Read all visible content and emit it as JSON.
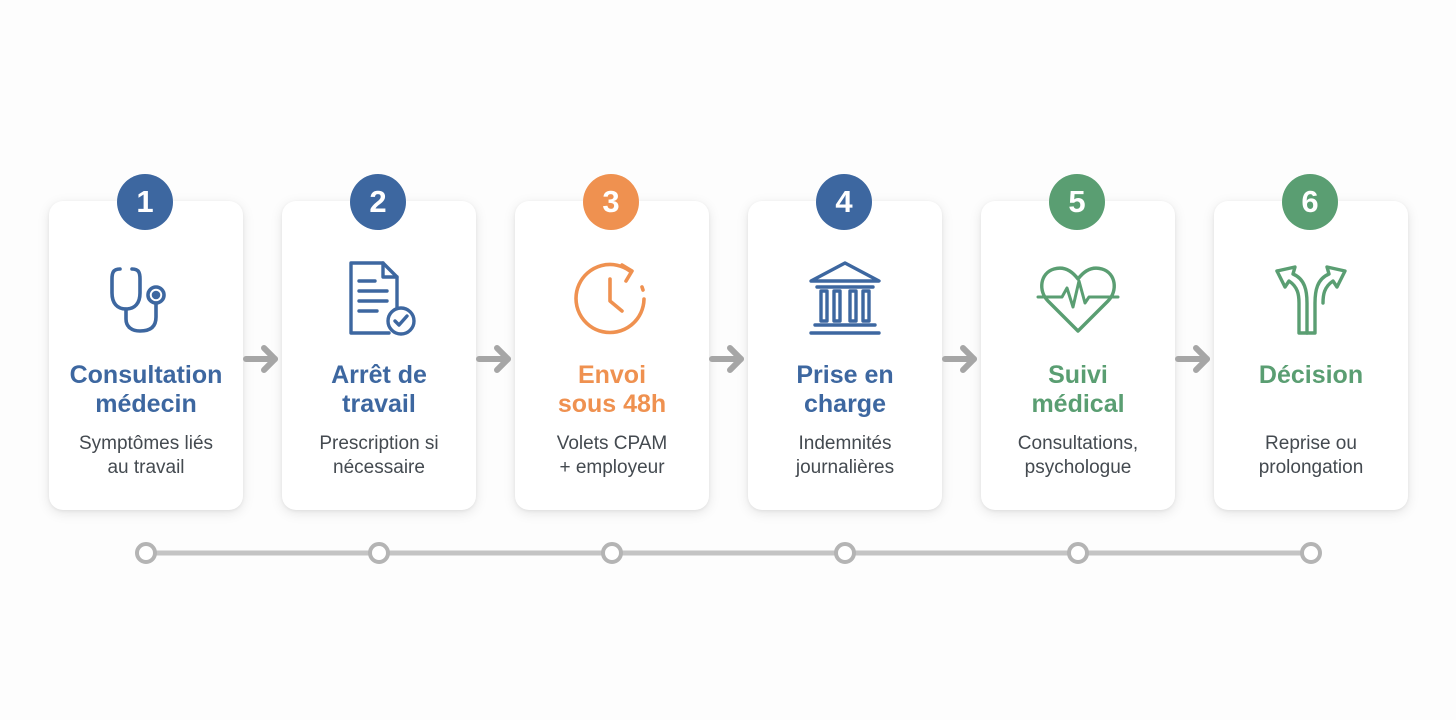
{
  "colors": {
    "blue": "#3d67a0",
    "orange": "#ef9150",
    "green": "#5a9e72",
    "connector": "#a6a6a6"
  },
  "steps": [
    {
      "number": "1",
      "color": "blue",
      "icon": "stethoscope-icon",
      "title_lines": [
        "Consultation",
        "médecin"
      ],
      "desc_lines": [
        "Symptômes liés",
        "au travail"
      ]
    },
    {
      "number": "2",
      "color": "blue",
      "icon": "document-check-icon",
      "title_lines": [
        "Arrêt de",
        "travail"
      ],
      "desc_lines": [
        "Prescription si",
        "nécessaire"
      ]
    },
    {
      "number": "3",
      "color": "orange",
      "icon": "clock-icon",
      "title_lines": [
        "Envoi",
        "sous 48h"
      ],
      "desc_lines": [
        "Volets CPAM",
        "+ employeur"
      ]
    },
    {
      "number": "4",
      "color": "blue",
      "icon": "bank-building-icon",
      "title_lines": [
        "Prise en",
        "charge"
      ],
      "desc_lines": [
        "Indemnités",
        "journalières"
      ]
    },
    {
      "number": "5",
      "color": "green",
      "icon": "heart-pulse-icon",
      "title_lines": [
        "Suivi",
        "médical"
      ],
      "desc_lines": [
        "Consultations,",
        "psychologue"
      ]
    },
    {
      "number": "6",
      "color": "green",
      "icon": "split-arrows-icon",
      "title_lines": [
        "Décision"
      ],
      "desc_lines": [
        "Reprise ou",
        "prolongation"
      ]
    }
  ]
}
